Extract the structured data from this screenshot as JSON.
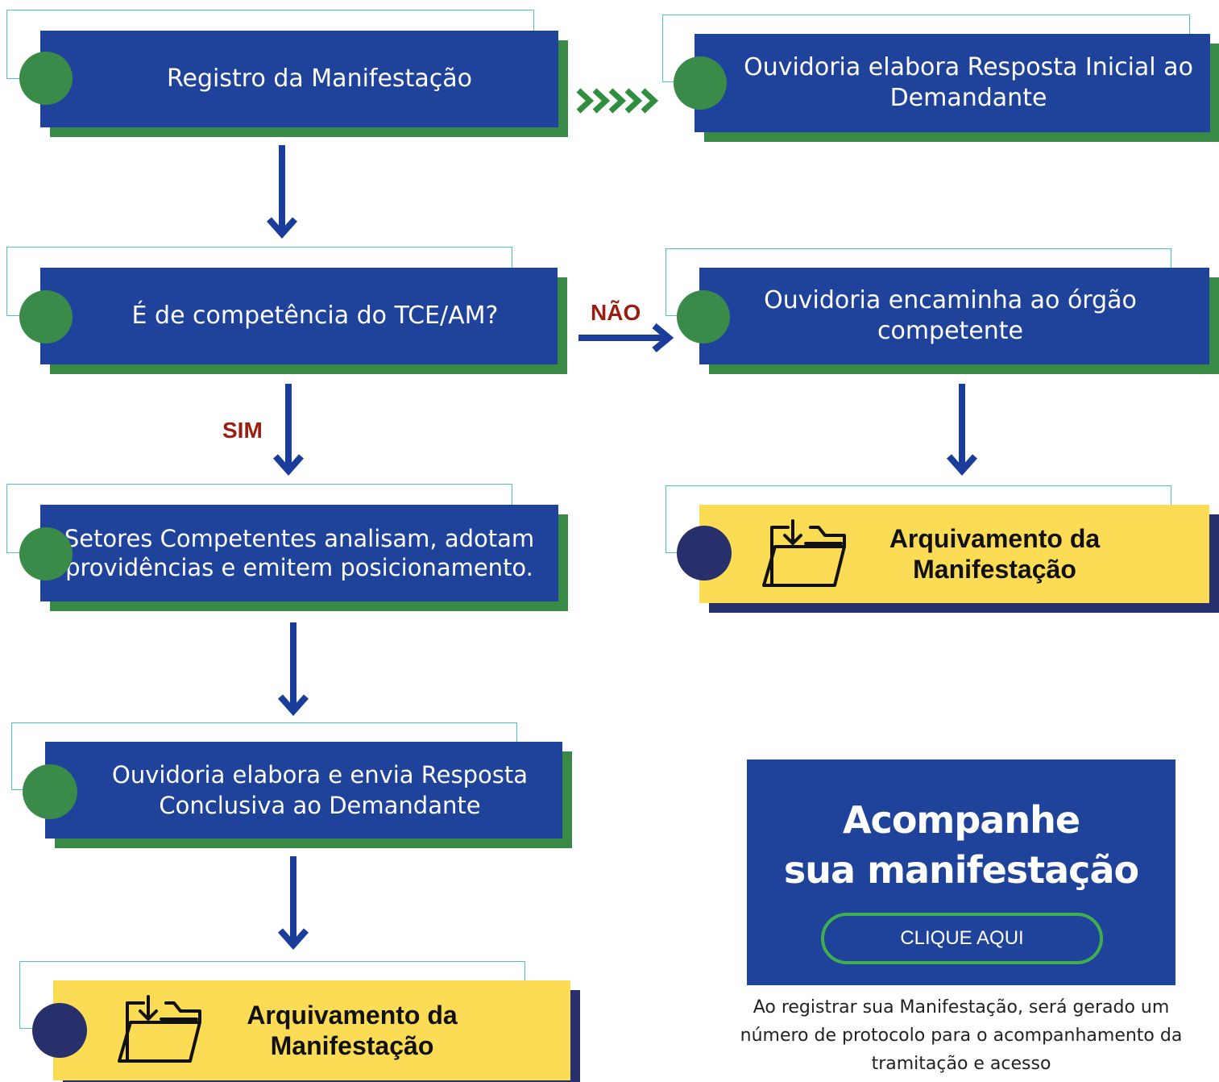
{
  "steps": {
    "registro": "Registro da Manifestação",
    "resposta_inicial": "Ouvidoria elabora Resposta Inicial ao Demandante",
    "competencia": "É de competência do TCE/AM?",
    "encaminha": "Ouvidoria encaminha ao órgão competente",
    "setores": "Setores Competentes analisam, adotam providências e emitem posicionamento.",
    "resposta_conclusiva": "Ouvidoria elabora e envia Resposta Conclusiva ao Demandante",
    "arquivamento_right": "Arquivamento da Manifestação",
    "arquivamento_bottom": "Arquivamento da Manifestação"
  },
  "labels": {
    "nao": "NÃO",
    "sim": "SIM"
  },
  "promo": {
    "title_line1": "Acompanhe",
    "title_line2": "sua manifestação",
    "button": "CLIQUE AQUI"
  },
  "note": "Ao registrar sua Manifestação, será gerado um número de protocolo para o acompanhamento da tramitação e acesso",
  "icons": {
    "archive": "folder-download-icon",
    "chevrons": "chevrons-right-icon",
    "arrow": "arrow-down-icon"
  },
  "colors": {
    "box_blue": "#1f429b",
    "shadow_green": "#3a8a47",
    "yellow": "#fcdb55",
    "navy": "#28306b",
    "outline_teal": "#4fc2c0",
    "label_red": "#9a1d12"
  }
}
